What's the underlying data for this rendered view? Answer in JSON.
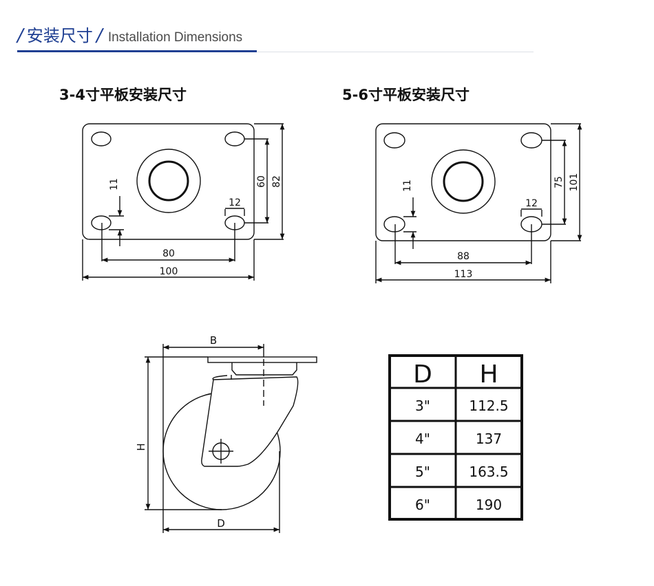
{
  "header": {
    "slash1": "/",
    "title_cn": "安装尺寸",
    "slash2": "/",
    "title_en": "Installation Dimensions",
    "accent_color": "#1f3f92"
  },
  "plate_small": {
    "title": "3-4寸平板安装尺寸",
    "dims": {
      "height_outer": "82",
      "height_inner": "60",
      "slot_offset": "11",
      "slot_width": "12",
      "hole_span": "80",
      "width_outer": "100"
    }
  },
  "plate_large": {
    "title": "5-6寸平板安装尺寸",
    "dims": {
      "height_outer": "101",
      "height_inner": "75",
      "slot_offset": "11",
      "slot_width": "12",
      "hole_span": "88",
      "width_outer": "113"
    }
  },
  "caster": {
    "label_width": "B",
    "label_height": "H",
    "label_diameter": "D"
  },
  "size_table": {
    "headers": [
      "D",
      "H"
    ],
    "rows": [
      [
        "3\"",
        "112.5"
      ],
      [
        "4\"",
        "137"
      ],
      [
        "5\"",
        "163.5"
      ],
      [
        "6\"",
        "190"
      ]
    ]
  }
}
